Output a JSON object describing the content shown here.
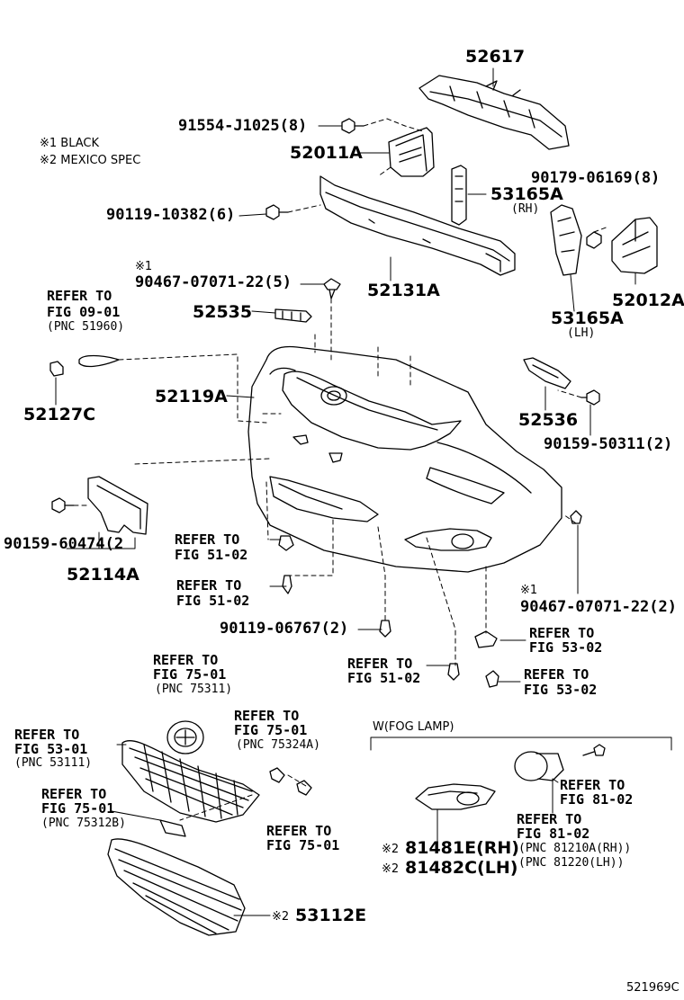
{
  "notes": {
    "note1": "※1 BLACK",
    "note2": "※2 MEXICO SPEC"
  },
  "labels": {
    "p52617": "52617",
    "p91554": "91554-J1025(8)",
    "p52011A": "52011A",
    "p90179": "90179-06169(8)",
    "p53165A_rh": "53165A",
    "rh": "(RH)",
    "p90119_10382": "90119-10382(6)",
    "star1_top": "※1",
    "p90467_top": "90467-07071-22(5)",
    "p52131A": "52131A",
    "p52012A": "52012A",
    "p53165A_lh": "53165A",
    "lh": "(LH)",
    "refer_0901_a": "REFER TO",
    "refer_0901_b": "FIG 09-01",
    "refer_0901_c": "(PNC 51960)",
    "p52535": "52535",
    "p52127C": "52127C",
    "p52119A": "52119A",
    "p52536": "52536",
    "p90159_50311": "90159-50311(2)",
    "p90159_60474": "90159-60474(2",
    "p52114A": "52114A",
    "refer_5102a_a": "REFER TO",
    "refer_5102a_b": "FIG 51-02",
    "refer_5102b_a": "REFER TO",
    "refer_5102b_b": "FIG 51-02",
    "star1_bot": "※1",
    "p90467_bot": "90467-07071-22(2)",
    "p90119_06767": "90119-06767(2)",
    "refer_5302a_a": "REFER TO",
    "refer_5302a_b": "FIG 53-02",
    "refer_5102c_a": "REFER TO",
    "refer_5102c_b": "FIG 51-02",
    "refer_5302b_a": "REFER TO",
    "refer_5302b_b": "FIG 53-02",
    "refer_7501a_a": "REFER TO",
    "refer_7501a_b": "FIG 75-01",
    "refer_7501a_c": "(PNC 75311)",
    "refer_7501b_a": "REFER TO",
    "refer_7501b_b": "FIG 75-01",
    "refer_7501b_c": "(PNC 75324A)",
    "refer_5301_a": "REFER TO",
    "refer_5301_b": "FIG 53-01",
    "refer_5301_c": "(PNC 53111)",
    "fog_title": "W(FOG LAMP)",
    "refer_7501c_a": "REFER TO",
    "refer_7501c_b": "FIG 75-01",
    "refer_7501c_c": "(PNC 75312B)",
    "refer_8102a_a": "REFER TO",
    "refer_8102a_b": "FIG 81-02",
    "refer_7501d_a": "REFER TO",
    "refer_7501d_b": "FIG 75-01",
    "refer_8102b_a": "REFER TO",
    "refer_8102b_b": "FIG 81-02",
    "refer_8102b_c": "(PNC 81210A(RH))",
    "refer_8102b_d": "(PNC 81220(LH))",
    "p81481E": "81481E(RH)",
    "p81482C": "81482C(LH)",
    "star2_a": "※2",
    "star2_b": "※2",
    "star2_c": "※2",
    "p53112E": "53112E",
    "diagram_code": "521969C"
  }
}
